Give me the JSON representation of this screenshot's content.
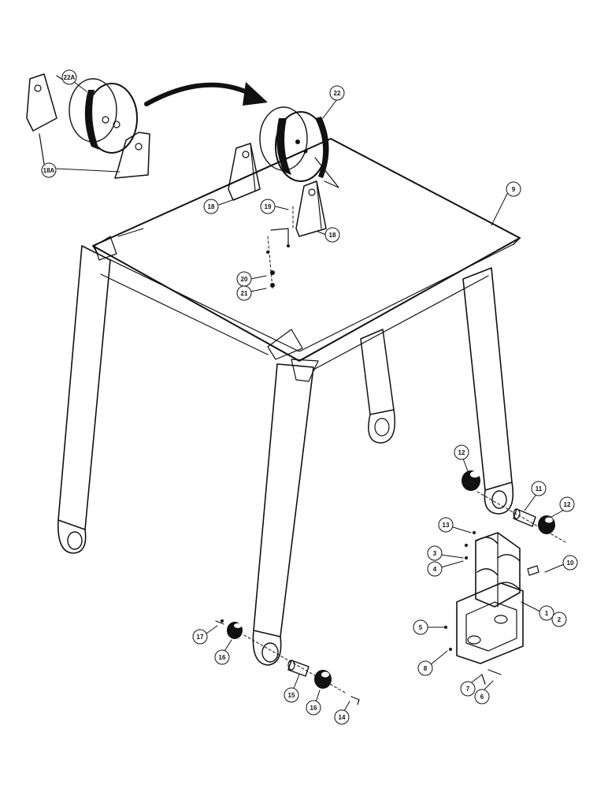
{
  "callouts": {
    "c22A": "22A",
    "c22": "22",
    "c18A": "18A",
    "c18a": "18",
    "c18b": "18",
    "c19": "19",
    "c20": "20",
    "c21": "21",
    "c9": "9",
    "c12a": "12",
    "c12b": "12",
    "c11": "11",
    "c13": "13",
    "c3": "3",
    "c4": "4",
    "c10": "10",
    "c1": "1",
    "c2": "2",
    "c5": "5",
    "c8": "8",
    "c7": "7",
    "c6": "6",
    "c17": "17",
    "c16a": "16",
    "c16b": "16",
    "c15": "15",
    "c14": "14"
  }
}
